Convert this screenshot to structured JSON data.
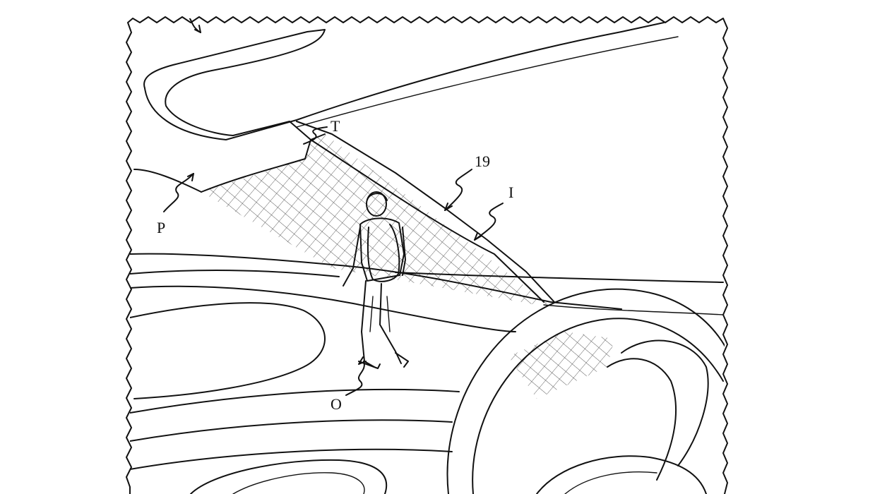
{
  "figure": {
    "labels": {
      "transparent_area": "T",
      "pillar_display": "19",
      "inner_surface": "I",
      "pillar": "P",
      "object": "O"
    },
    "colors": {
      "line": "#111111",
      "background": "#ffffff",
      "hatch": "#555555"
    }
  }
}
